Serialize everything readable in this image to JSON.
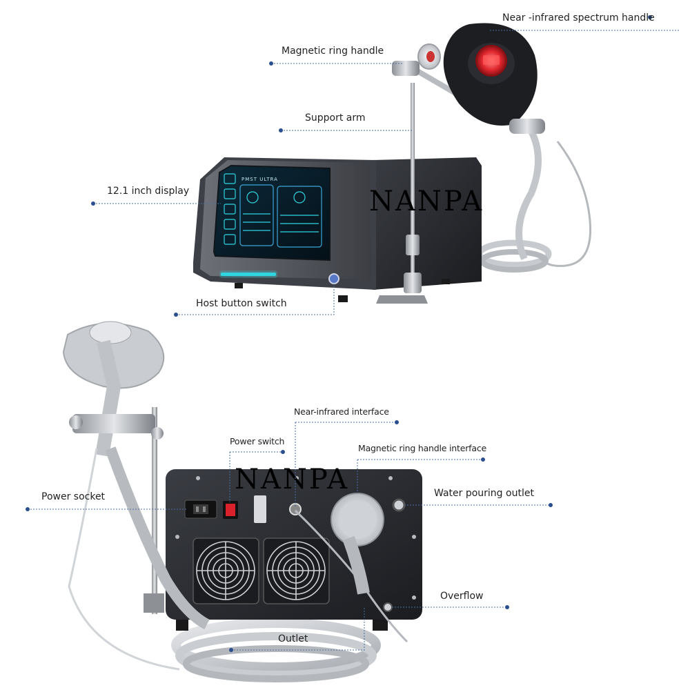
{
  "labels": {
    "near_infrared_handle": "Near -infrared spectrum handle",
    "magnetic_ring_handle": "Magnetic ring handle",
    "support_arm": "Support arm",
    "display": "12.1 inch display",
    "host_button": "Host button switch",
    "near_infrared_interface": "Near-infrared interface",
    "power_switch": "Power switch",
    "magnetic_ring_interface": "Magnetic ring handle interface",
    "power_socket": "Power socket",
    "water_outlet": "Water pouring outlet",
    "overflow": "Overflow",
    "outlet": "Outlet"
  },
  "watermark": "NANPA",
  "screen_title": "PMST ULTRA",
  "colors": {
    "leader": "#4a6fa5",
    "dot": "#2a4f8f",
    "device_body": "#2a2c31",
    "screen_glow": "#2fd6e0",
    "switch_red": "#d8212a"
  }
}
